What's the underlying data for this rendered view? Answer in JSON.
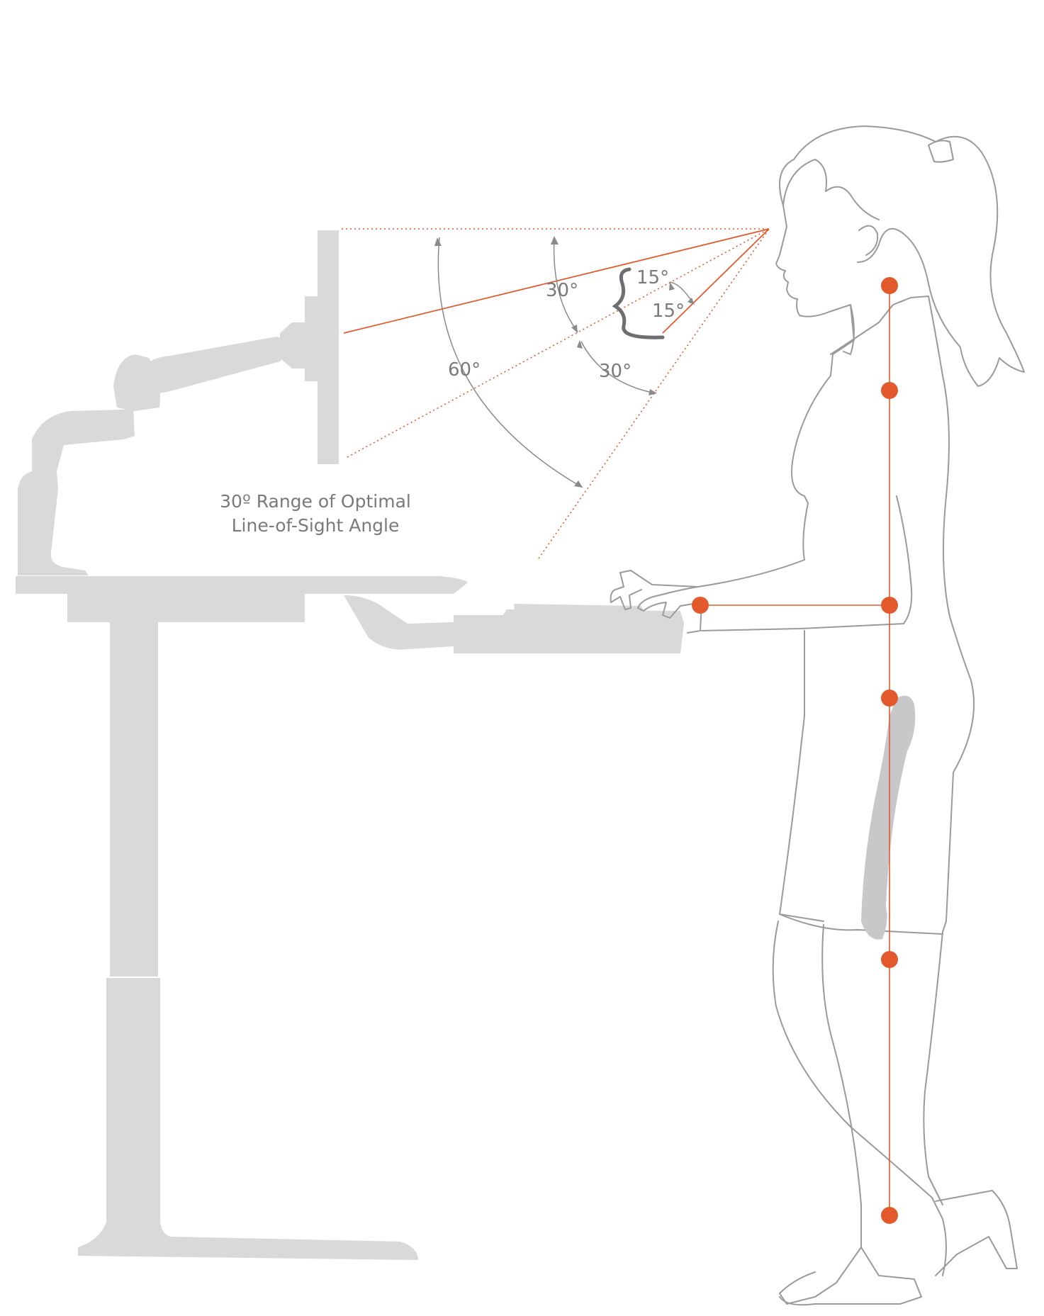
{
  "angles": {
    "deg_30_upper": "30°",
    "deg_15_upper": "15°",
    "deg_15_lower": "15°",
    "deg_60": "60°",
    "deg_30_lower": "30°"
  },
  "caption": {
    "line1": "30º Range of Optimal",
    "line2": "Line-of-Sight Angle"
  },
  "colors": {
    "accent": "#e25a2c",
    "furniture": "#d9d9db",
    "outline": "#9a9a9a",
    "text": "#7a7a7a"
  },
  "icons": [
    "monitor-arm",
    "keyboard-tray",
    "standing-desk",
    "standing-woman-figure"
  ]
}
